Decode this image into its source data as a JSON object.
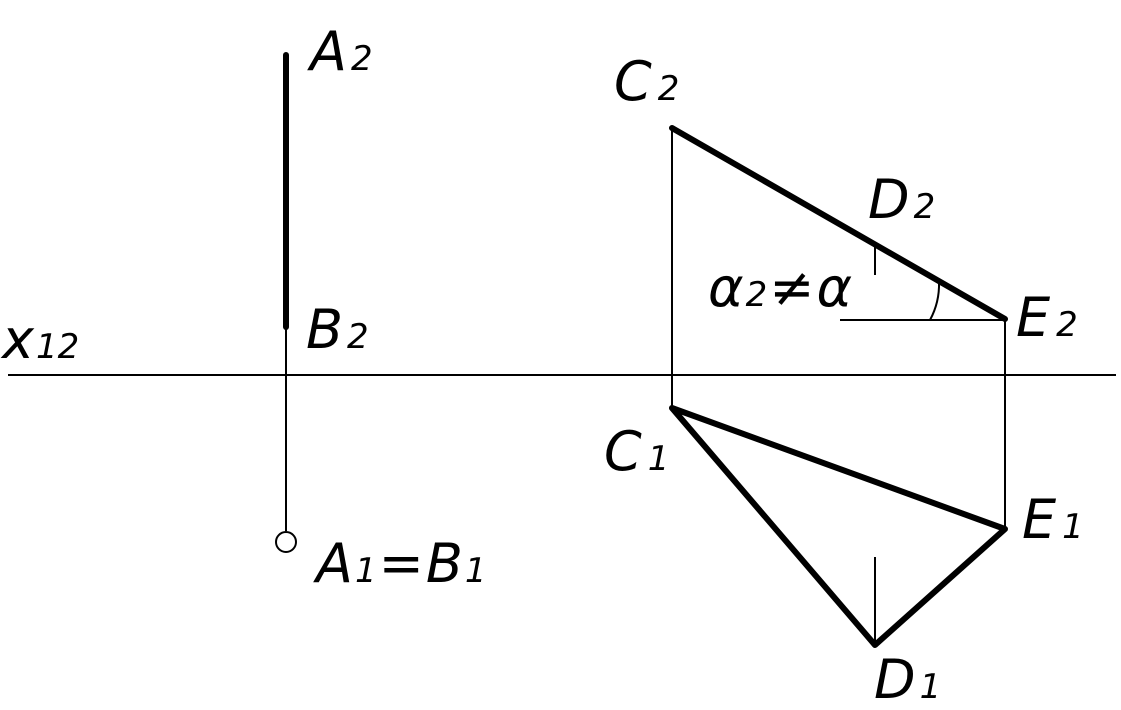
{
  "axis_label": {
    "main": "x",
    "sub": "12"
  },
  "points": {
    "A2": {
      "main": "A",
      "sub": "2"
    },
    "B2": {
      "main": "B",
      "sub": "2"
    },
    "A1B1": {
      "a": "A",
      "a_sub": "1",
      "eq": "=",
      "b": "B",
      "b_sub": "1"
    },
    "C2": {
      "main": "C",
      "sub": "2"
    },
    "D2": {
      "main": "D",
      "sub": "2"
    },
    "E2": {
      "main": "E",
      "sub": "2"
    },
    "C1": {
      "main": "C",
      "sub": "1"
    },
    "D1": {
      "main": "D",
      "sub": "1"
    },
    "E1": {
      "main": "E",
      "sub": "1"
    }
  },
  "angle_note": {
    "a": "α",
    "a_sub": "2",
    "neq": "≠",
    "b": "α"
  },
  "colors": {
    "ink": "#000000",
    "background": "#ffffff"
  }
}
